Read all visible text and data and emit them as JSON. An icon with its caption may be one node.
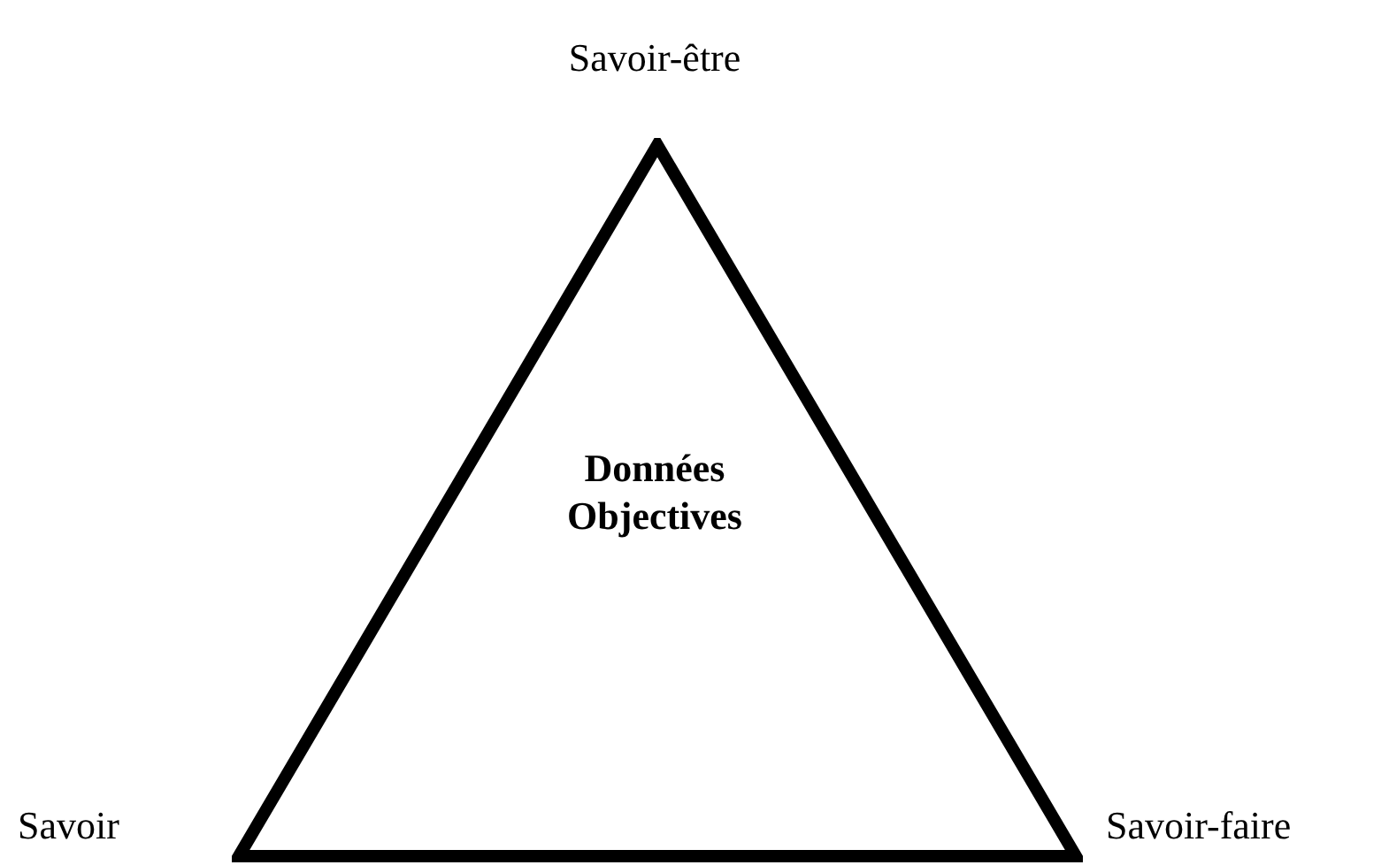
{
  "diagram": {
    "nodes": [
      {
        "text": [
          "Données Objectives"
        ]
      }
    ],
    "labels": [
      "Savoir-être",
      "Savoir",
      "Savoir-faire"
    ]
  }
}
